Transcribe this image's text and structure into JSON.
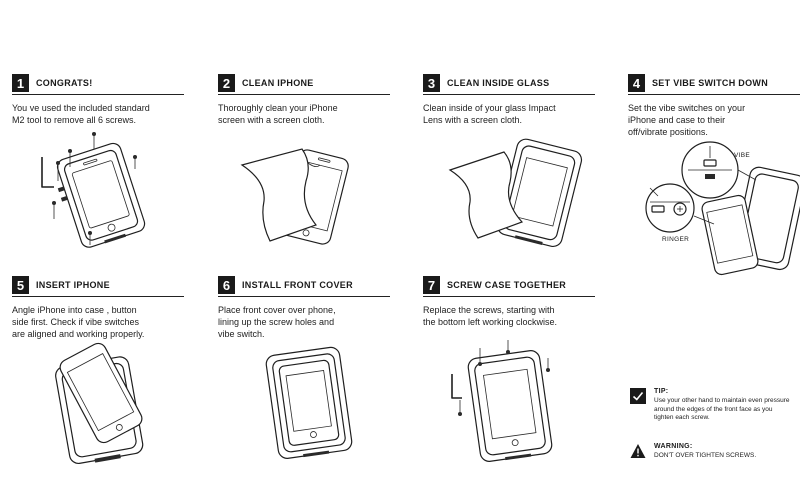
{
  "steps": [
    {
      "number": "1",
      "title": "CONGRATS!",
      "text": "You ve used the included standard\nM2 tool to remove all 6 screws."
    },
    {
      "number": "2",
      "title": "CLEAN IPHONE",
      "text": "Thoroughly clean your iPhone\nscreen with a screen cloth."
    },
    {
      "number": "3",
      "title": "CLEAN INSIDE GLASS",
      "text": "Clean inside of your glass Impact\nLens with a screen cloth."
    },
    {
      "number": "4",
      "title": "SET VIBE SWITCH DOWN",
      "text": "Set the vibe switches on your\niPhone and  case  to their\noff/vibrate positions."
    },
    {
      "number": "5",
      "title": "INSERT IPHONE",
      "text": "Angle iPhone into  case , button\nside first. Check if vibe switches\nare aligned and working properly."
    },
    {
      "number": "6",
      "title": "INSTALL FRONT COVER",
      "text": "Place front cover over phone,\nlining up the screw holes and\nvibe switch."
    },
    {
      "number": "7",
      "title": "SCREW CASE TOGETHER",
      "text": "Replace the screws, starting with\nthe bottom left working clockwise."
    }
  ],
  "callouts": {
    "vibe": "VIBE",
    "ringer": "RINGER"
  },
  "tip": {
    "icon": "checkmark-icon",
    "title": "TIP:",
    "text": "Use your other hand to maintain even pressure\naround the edges of the front face as you\ntighten each screw."
  },
  "warning": {
    "icon": "warning-triangle-icon",
    "title": "WARNING:",
    "text": "DON'T OVER TIGHTEN SCREWS."
  }
}
